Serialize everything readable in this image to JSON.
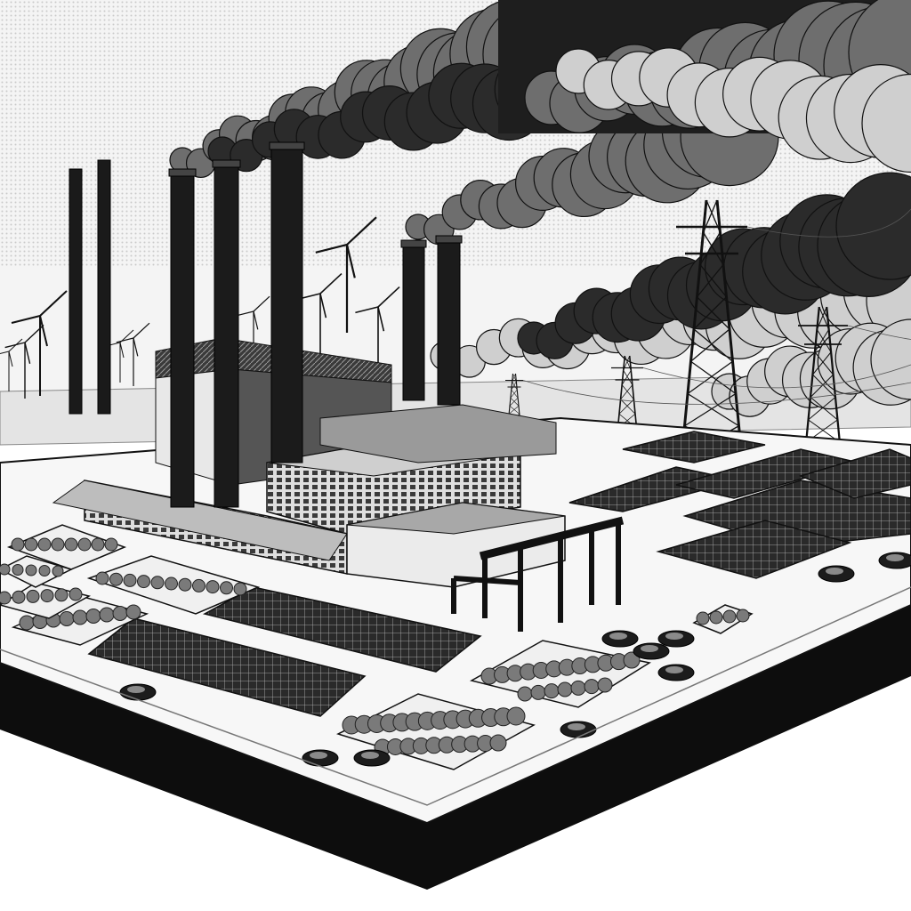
{
  "scene": {
    "palette": {
      "ink": "#0d0d0d",
      "paper": "#ffffff",
      "sky": "#f2f2f2",
      "smoke_dark": "#2b2b2b",
      "smoke_mid": "#6e6e6e",
      "smoke_light": "#cfcfcf",
      "building_light": "#e6e6e6",
      "building_mid": "#9a9a9a",
      "panel": "#2a2a2a",
      "ground": "#f7f7f7",
      "vegetation": "#7a7a7a"
    },
    "elements": {
      "smokestacks": 7,
      "wind_turbines": 9,
      "transmission_towers": 4,
      "solar_arrays": 8,
      "planters": 8,
      "cars": 10,
      "smoke_plumes": 3
    }
  }
}
